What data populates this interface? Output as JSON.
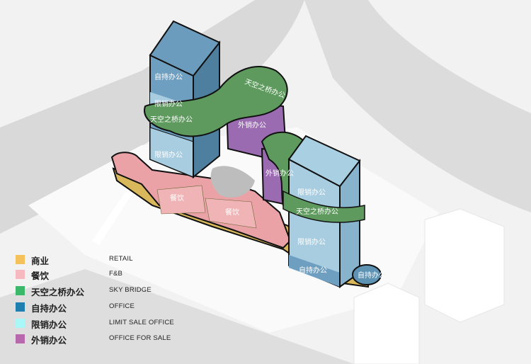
{
  "legend": [
    {
      "cn": "商业",
      "en": "RETAIL",
      "color": "#f4c15a"
    },
    {
      "cn": "餐饮",
      "en": "F&B",
      "color": "#f7b9c0"
    },
    {
      "cn": "天空之桥办公",
      "en": "SKY BRIDGE",
      "color": "#3bb86a"
    },
    {
      "cn": "自持办公",
      "en": "OFFICE",
      "color": "#1f7fae"
    },
    {
      "cn": "限销办公",
      "en": "LIMIT SALE OFFICE",
      "color": "#a9f7f7"
    },
    {
      "cn": "外销办公",
      "en": "OFFICE FOR SALE",
      "color": "#b868ad"
    }
  ],
  "labels": {
    "owned_office": "自持办公",
    "limit_sale": "限销办公",
    "sky_bridge": "天空之桥办公",
    "for_sale": "外销办公",
    "fnb": "餐饮"
  },
  "colors": {
    "owned": "#5f93b4",
    "limit": "#a8cde0",
    "bridge": "#5e9a5e",
    "sale": "#9a6bb0",
    "fnb": "#eaa2a6",
    "retail": "#d8b85a"
  }
}
